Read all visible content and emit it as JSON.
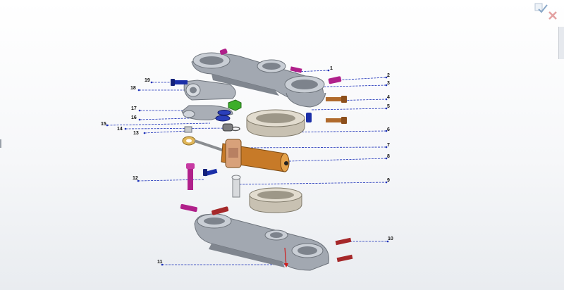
{
  "window": {
    "background": "#f4f5f7",
    "leader_color": "#1a2fb8"
  },
  "callouts": [
    "1",
    "2",
    "3",
    "4",
    "5",
    "6",
    "7",
    "8",
    "9",
    "10",
    "11",
    "12",
    "13",
    "14",
    "15",
    "16",
    "17",
    "18",
    "19"
  ],
  "corner_icons": [
    "confirm-check-icon",
    "close-x-icon"
  ],
  "colors": {
    "aluminum": "#9aa0a9",
    "aluminum_light": "#c9ced5",
    "magenta_bolt": "#b0208a",
    "blue_bolt": "#1b2fa8",
    "red_bolt": "#a5282a",
    "copper_bolt": "#b06a2c",
    "damper_body": "#c77a28",
    "bearing_ring": "#d8d2c6",
    "green_nut": "#3cae2a",
    "red_dimension": "#d11919"
  }
}
